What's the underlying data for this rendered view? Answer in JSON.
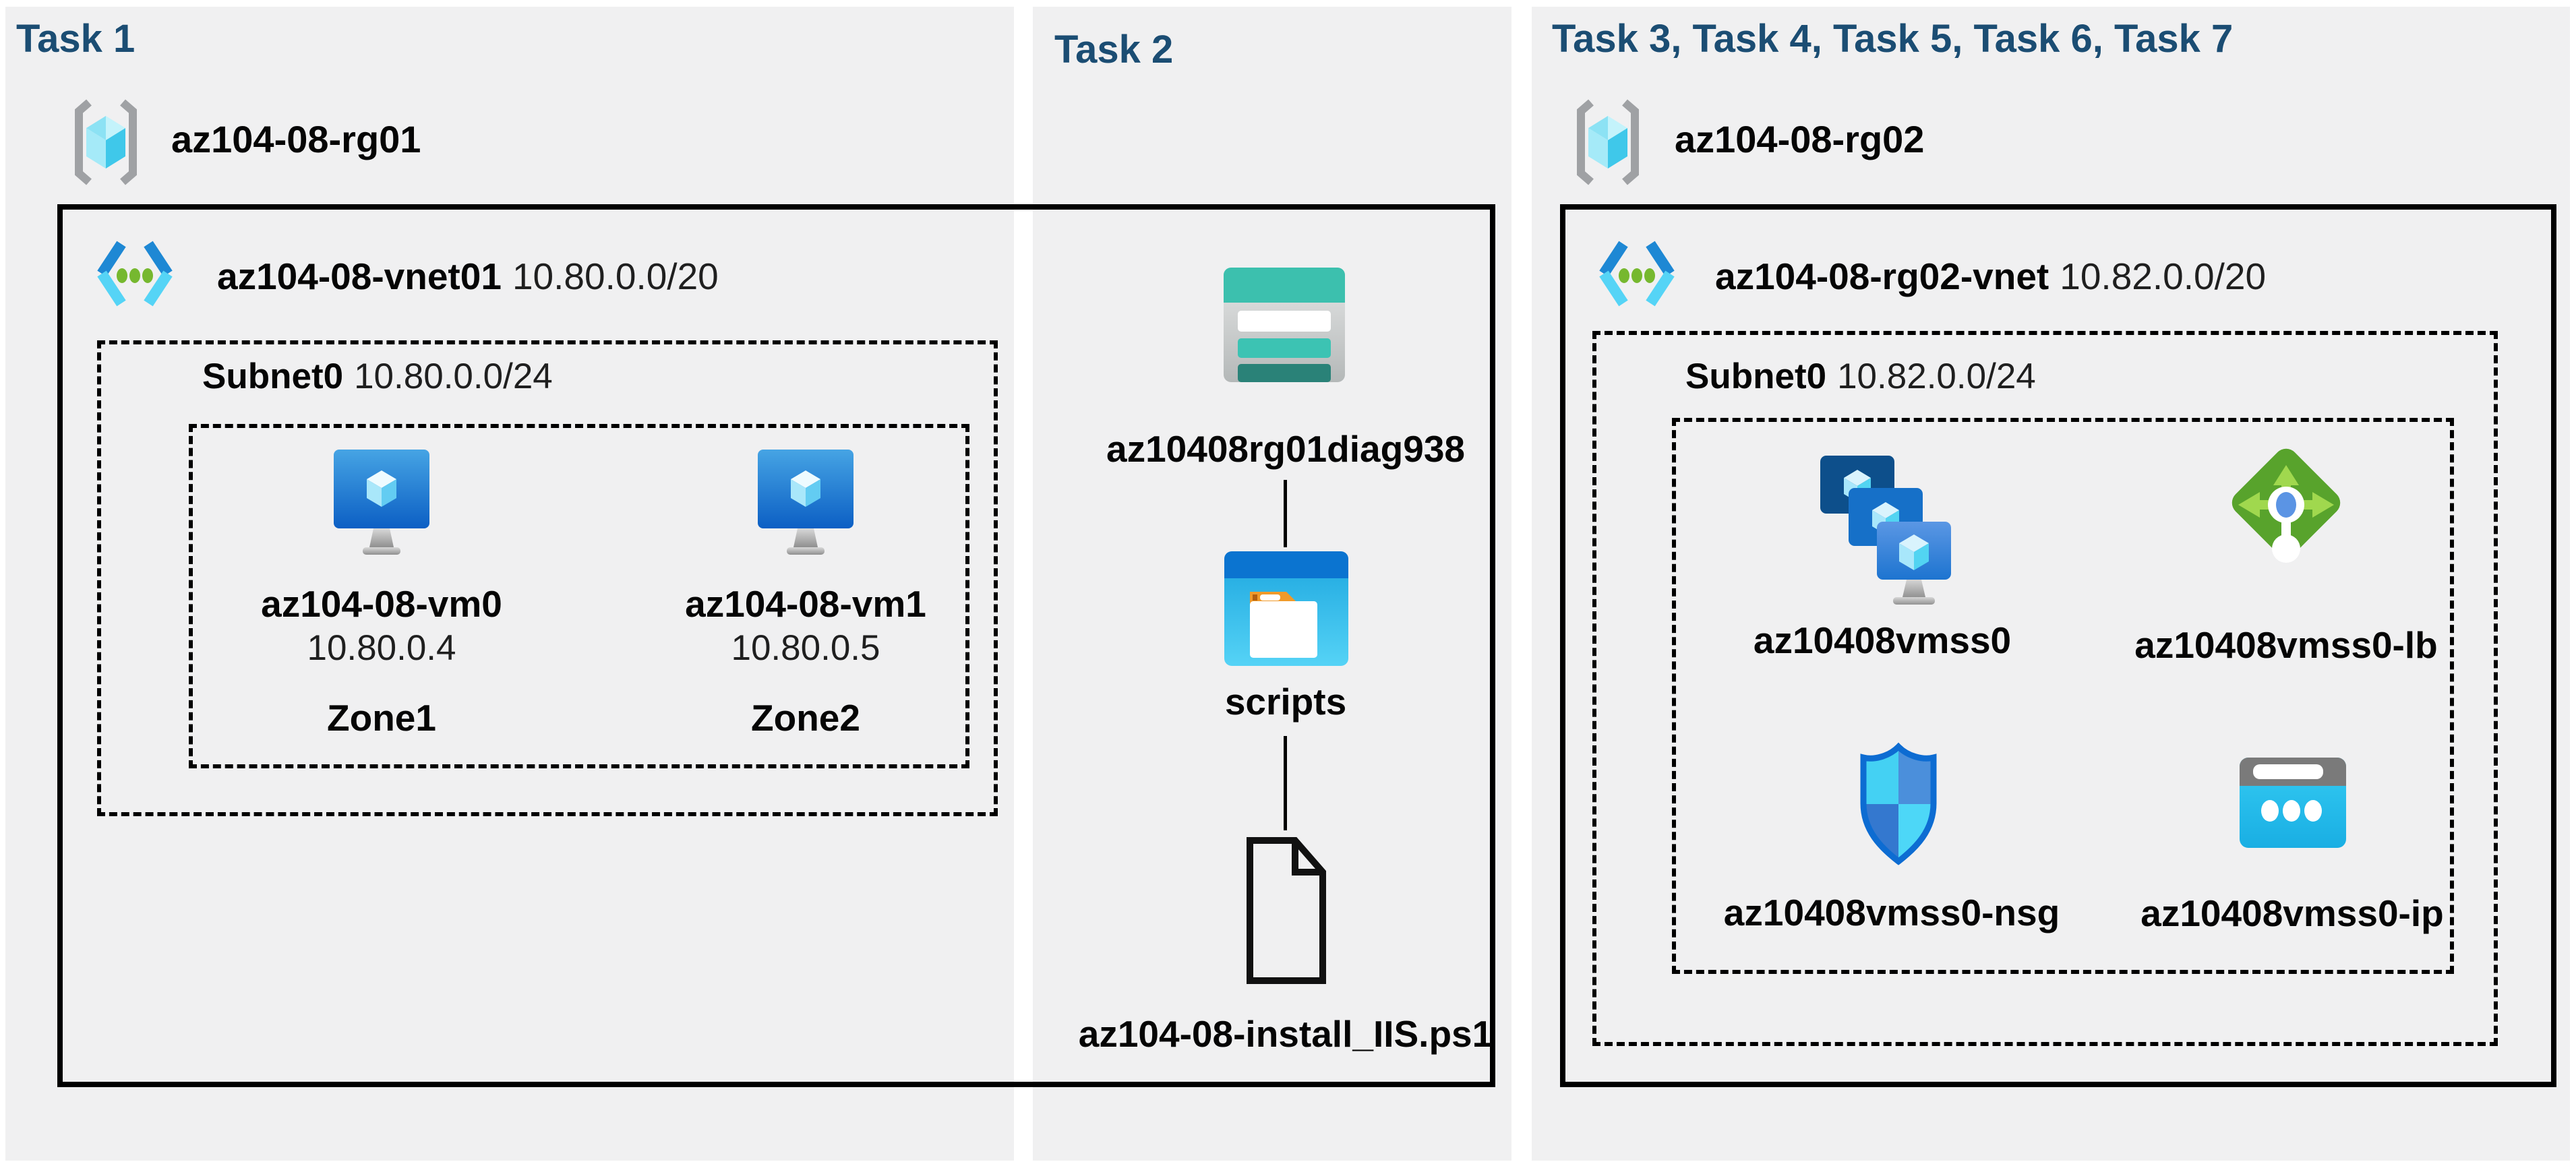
{
  "headings": {
    "task1": "Task 1",
    "task2": "Task 2",
    "task3": "Task 3, Task 4, Task 5, Task 6, Task 7"
  },
  "resource_groups": {
    "rg1": "az104-08-rg01",
    "rg2": "az104-08-rg02"
  },
  "vnet1": {
    "name": "az104-08-vnet01",
    "cidr": "10.80.0.0/20",
    "subnet_name": "Subnet0",
    "subnet_cidr": "10.80.0.0/24"
  },
  "vnet2": {
    "name": "az104-08-rg02-vnet",
    "cidr": "10.82.0.0/20",
    "subnet_name": "Subnet0",
    "subnet_cidr": "10.82.0.0/24"
  },
  "vms": [
    {
      "name": "az104-08-vm0",
      "ip": "10.80.0.4",
      "zone": "Zone1"
    },
    {
      "name": "az104-08-vm1",
      "ip": "10.80.0.5",
      "zone": "Zone2"
    }
  ],
  "task2_items": {
    "storage_account": "az10408rg01diag938",
    "folder": "scripts",
    "script_file": "az104-08-install_IIS.ps1"
  },
  "vmss": {
    "name": "az10408vmss0",
    "load_balancer": "az10408vmss0-lb",
    "nsg": "az10408vmss0-nsg",
    "public_ip": "az10408vmss0-ip"
  },
  "colors": {
    "panel_gray": "#f0f0f1",
    "heading_navy": "#1b4d73",
    "storage_teal": "#3cc0ae",
    "vm_blue": "#0c5fc4",
    "lb_green": "#58a32c",
    "nsg_blue": "#0d6cd2",
    "ip_cyan": "#2ec8f1",
    "folder_orange": "#f09a2a"
  }
}
